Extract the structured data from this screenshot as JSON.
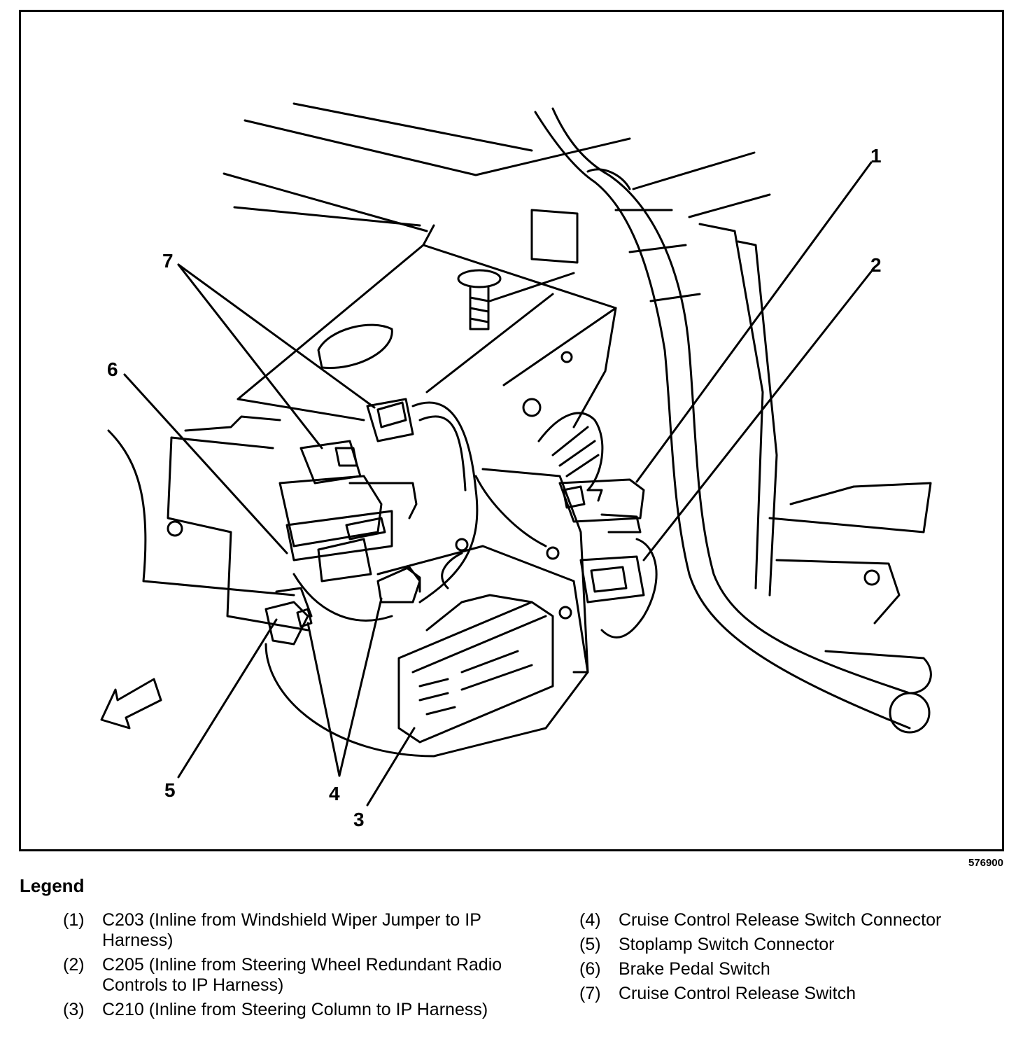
{
  "figure_id": "576900",
  "callouts": [
    "1",
    "2",
    "3",
    "4",
    "5",
    "6",
    "7"
  ],
  "legend": {
    "title": "Legend",
    "items": [
      {
        "num": "(1)",
        "text": "C203 (Inline from Windshield Wiper Jumper to IP Harness)"
      },
      {
        "num": "(2)",
        "text": "C205 (Inline from Steering Wheel Redundant Radio Controls to IP Harness)"
      },
      {
        "num": "(3)",
        "text": "C210 (Inline from Steering Column to IP Harness)"
      },
      {
        "num": "(4)",
        "text": "Cruise Control Release Switch Connector"
      },
      {
        "num": "(5)",
        "text": "Stoplamp Switch Connector"
      },
      {
        "num": "(6)",
        "text": "Brake Pedal Switch"
      },
      {
        "num": "(7)",
        "text": "Cruise Control Release Switch"
      }
    ]
  }
}
